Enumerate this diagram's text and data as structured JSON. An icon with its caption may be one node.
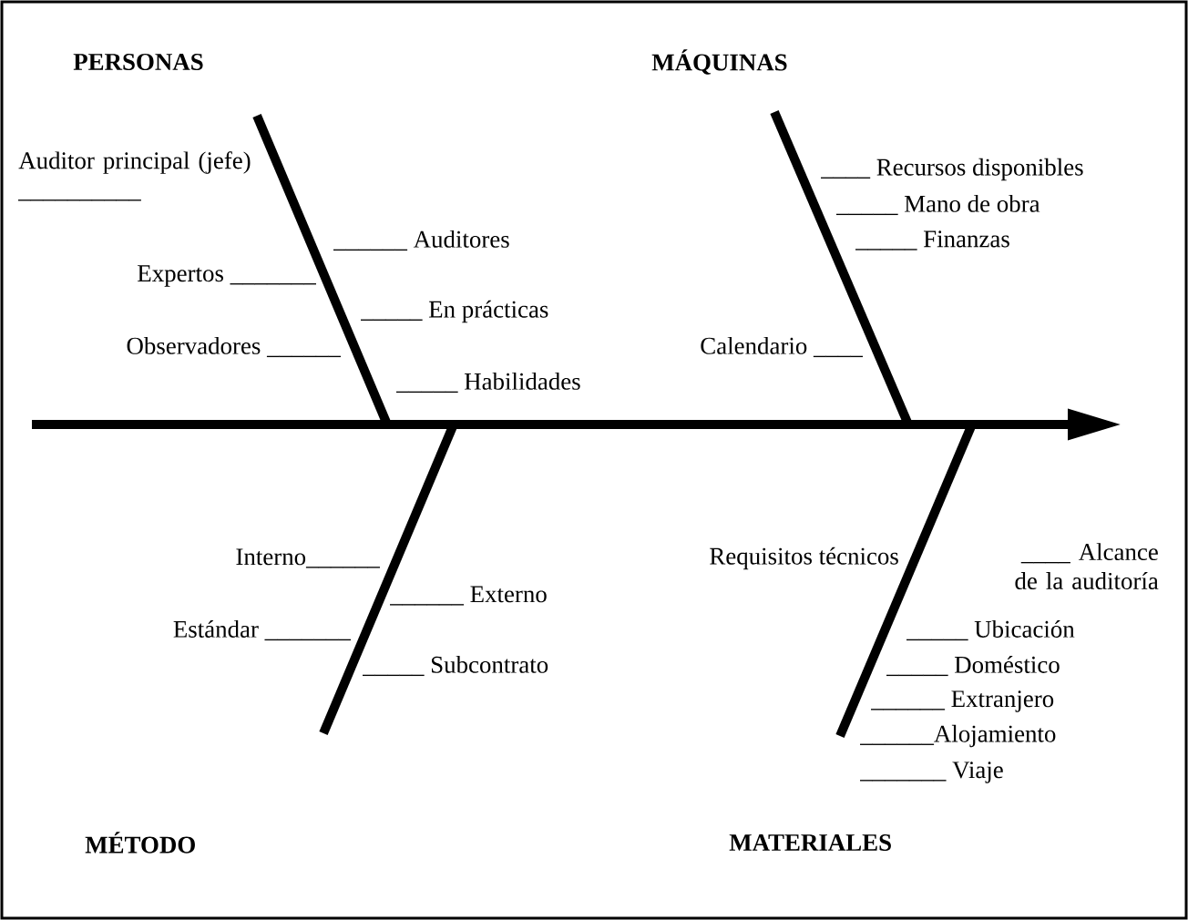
{
  "diagram": {
    "labels": [
      "PERSONAS",
      "MÁQUINAS",
      "Auditor principal (jefe) __________",
      "______ Auditores",
      "Expertos _______",
      "_____ En prácticas",
      "Observadores ______",
      "_____ Habilidades",
      "____ Recursos disponibles",
      "_____ Mano de obra",
      "_____ Finanzas",
      "Calendario ____",
      "Interno______",
      "______ Externo",
      "Estándar _______",
      "_____ Subcontrato",
      "Requisitos técnicos",
      "____ Alcance de la auditoría",
      "_____ Ubicación",
      "_____ Doméstico",
      "______ Extranjero",
      "______Alojamiento",
      "_______ Viaje",
      "MÉTODO",
      "MATERIALES"
    ]
  }
}
